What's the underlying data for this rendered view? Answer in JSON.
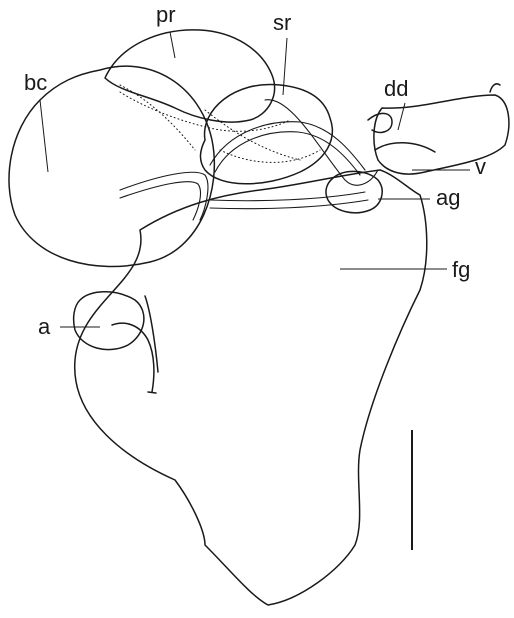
{
  "labels": {
    "bc": "bc",
    "pr": "pr",
    "sr": "sr",
    "dd": "dd",
    "v": "v",
    "ag": "ag",
    "fg": "fg",
    "a": "a"
  },
  "colors": {
    "ink": "#1a1a1a",
    "background": "#ffffff",
    "stipple": "#555555"
  }
}
